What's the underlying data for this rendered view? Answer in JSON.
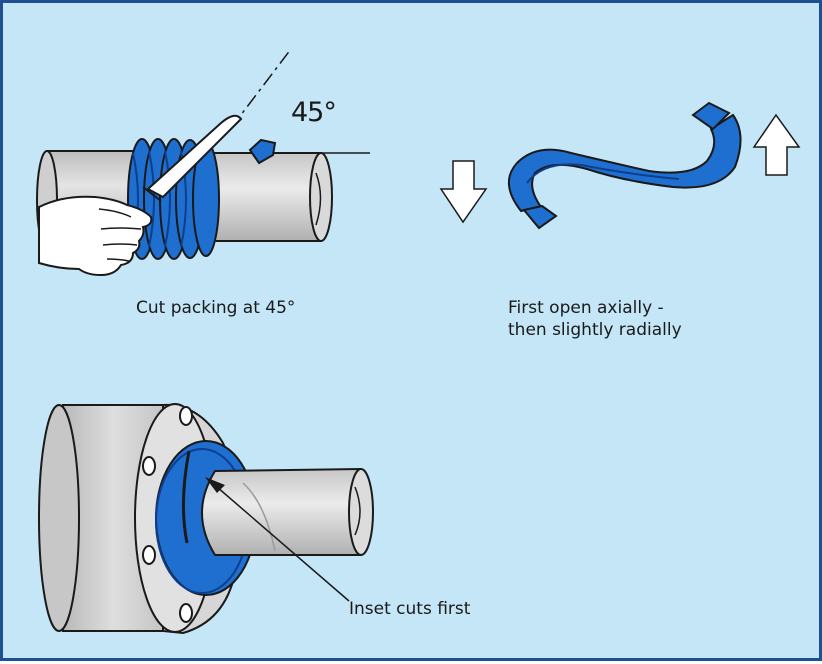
{
  "labels": {
    "angle": "45°",
    "cut_caption": "Cut packing at 45°",
    "open_caption_line1": "First open axially -",
    "open_caption_line2": "then slightly radially",
    "inset_caption": "Inset cuts first"
  },
  "colors": {
    "background": "#c4e6f7",
    "border": "#1d4f91",
    "packing_blue": "#1f6fd0",
    "packing_dark": "#0d3f8a",
    "shaft_grey": "#d3d3d3",
    "outline": "#1a1a1a"
  },
  "icons": {
    "left_arrow": "arrow-down-outline",
    "right_arrow": "arrow-up-outline"
  }
}
